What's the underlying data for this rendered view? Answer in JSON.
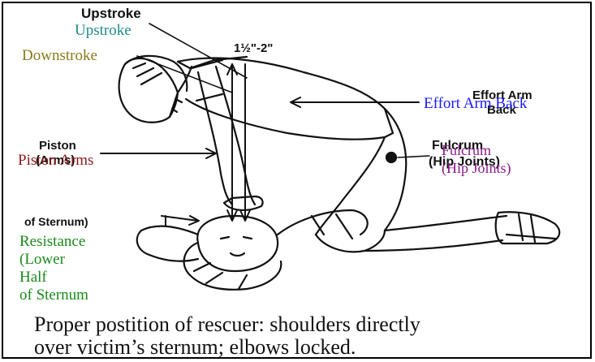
{
  "figure": {
    "measurement": "1½\"-2\"",
    "original_labels": {
      "upstroke": "Upstroke",
      "effort_arm": "Effort Arm",
      "effort_arm_back": "Back",
      "piston": "Piston",
      "piston_arms": "(Arms)",
      "fulcrum": "Fulcrum",
      "fulcrum_hip": "(Hip Joints)",
      "sternum": "of Sternum)"
    },
    "overlay_labels": {
      "upstroke": "Upstroke",
      "downstroke": "Downstroke",
      "effort_arm_back": "Effort Arm Back",
      "piston_arms": "Piston Arms",
      "fulcrum": "Fulcrum",
      "hip_joints": "(Hip Joints)",
      "resistance_1": "Resistance",
      "resistance_2": "(Lower",
      "resistance_3": "Half",
      "resistance_4": "of Sternum"
    },
    "colors": {
      "upstroke": "#1f8a8a",
      "downstroke": "#8a7a1a",
      "effort": "#1a1aff",
      "piston": "#8b1a1a",
      "fulcrum": "#8a1a8a",
      "resistance": "#1a8a1a"
    }
  },
  "caption": {
    "line1": "Proper postition of rescuer: shoulders directly",
    "line2": "over victim’s sternum; elbows locked."
  }
}
